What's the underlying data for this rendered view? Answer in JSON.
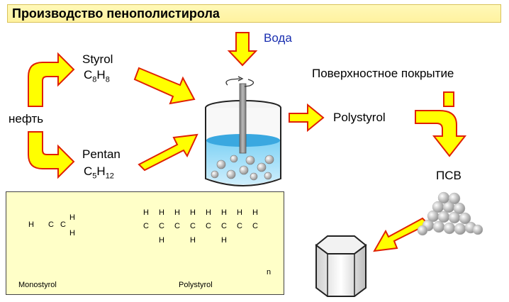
{
  "title": "Производство пенополистирола",
  "labels": {
    "water": "Вода",
    "styrol": "Styrol",
    "styrol_formula": {
      "c": "C",
      "c_sub": "8",
      "h": "H",
      "h_sub": "8"
    },
    "oil": "нефть",
    "pentan": "Pentan",
    "pentan_formula": {
      "c": "C",
      "c_sub": "5",
      "h": "H",
      "h_sub": "12"
    },
    "polystyrol": "Polystyrol",
    "surface_coating": "Поверхностное покрытие",
    "psv": "ПСВ"
  },
  "chemistry": {
    "monomer_caption": "Monostyrol",
    "polymer_caption": "Polystyrol",
    "index_n": "n",
    "atoms": {
      "h": "H",
      "c": "C"
    }
  },
  "colors": {
    "arrow_fill": "#ffff00",
    "arrow_stroke": "#e02000",
    "title_bg": "#fff5a8",
    "box_bg": "#ffffc8",
    "water": "#69c8f0",
    "text_blue": "#1a2fb0"
  }
}
